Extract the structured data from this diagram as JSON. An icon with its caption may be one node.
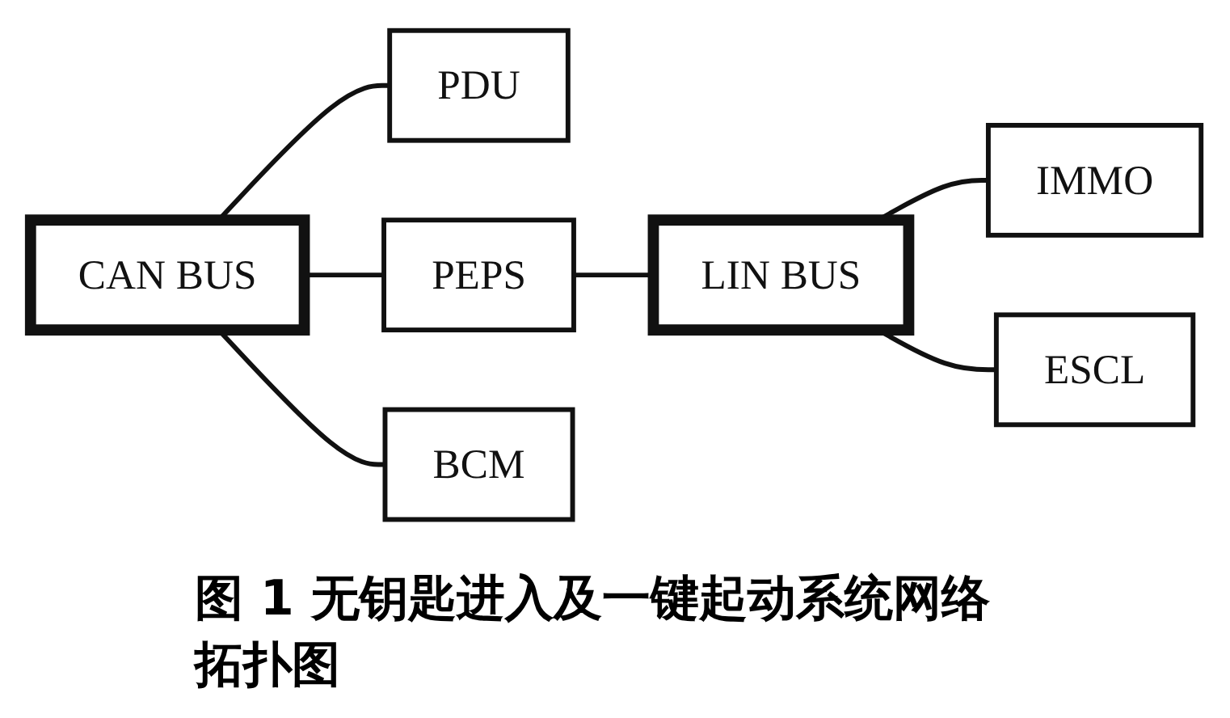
{
  "diagram": {
    "caption": "图 1 无钥匙进入及一键起动系统网络拓扑图",
    "nodes": [
      {
        "text": [
          "CAN BUS"
        ]
      },
      {
        "text": [
          "PDU"
        ]
      },
      {
        "text": [
          "PEPS"
        ]
      },
      {
        "text": [
          "BCM"
        ]
      },
      {
        "text": [
          "LIN BUS"
        ]
      },
      {
        "text": [
          "IMMO"
        ]
      },
      {
        "text": [
          "ESCL"
        ]
      }
    ],
    "edges": [
      {
        "from": 0,
        "to": 1,
        "arrow": "none"
      },
      {
        "from": 0,
        "to": 2,
        "arrow": "none"
      },
      {
        "from": 0,
        "to": 3,
        "arrow": "none"
      },
      {
        "from": 2,
        "to": 4,
        "arrow": "none"
      },
      {
        "from": 4,
        "to": 5,
        "arrow": "none"
      },
      {
        "from": 4,
        "to": 6,
        "arrow": "none"
      }
    ]
  }
}
